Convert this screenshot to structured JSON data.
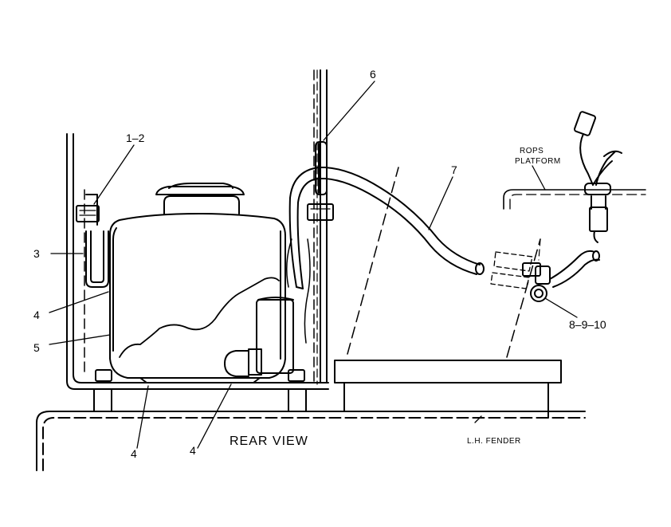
{
  "diagram": {
    "callouts": {
      "c12": "1–2",
      "c3": "3",
      "c4a": "4",
      "c5": "5",
      "c4b": "4",
      "c4c": "4",
      "c6": "6",
      "c7": "7",
      "c8910": "8–9–10"
    },
    "labels": {
      "rear_view": "REAR  VIEW",
      "lh_fender": "L.H. FENDER",
      "rops_line1": "ROPS",
      "rops_line2": "PLATFORM"
    }
  }
}
